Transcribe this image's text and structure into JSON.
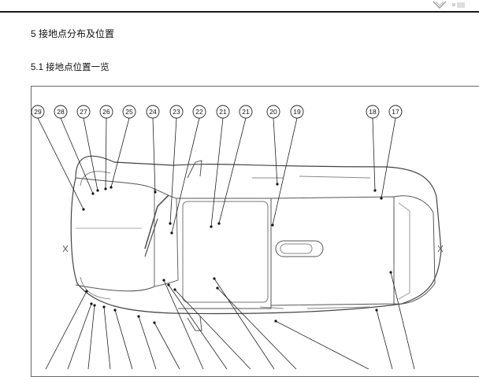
{
  "logo": {
    "icon": "brand-logo-icon",
    "partial_text": "…"
  },
  "headings": {
    "section": "5 接地点分布及位置",
    "subsection": "5.1 接地点位置一览"
  },
  "diagram": {
    "callouts_top": [
      "29",
      "28",
      "27",
      "26",
      "25",
      "24",
      "23",
      "22",
      "21",
      "21",
      "20",
      "19",
      "18",
      "17"
    ],
    "callout_bottom_count": 15
  }
}
